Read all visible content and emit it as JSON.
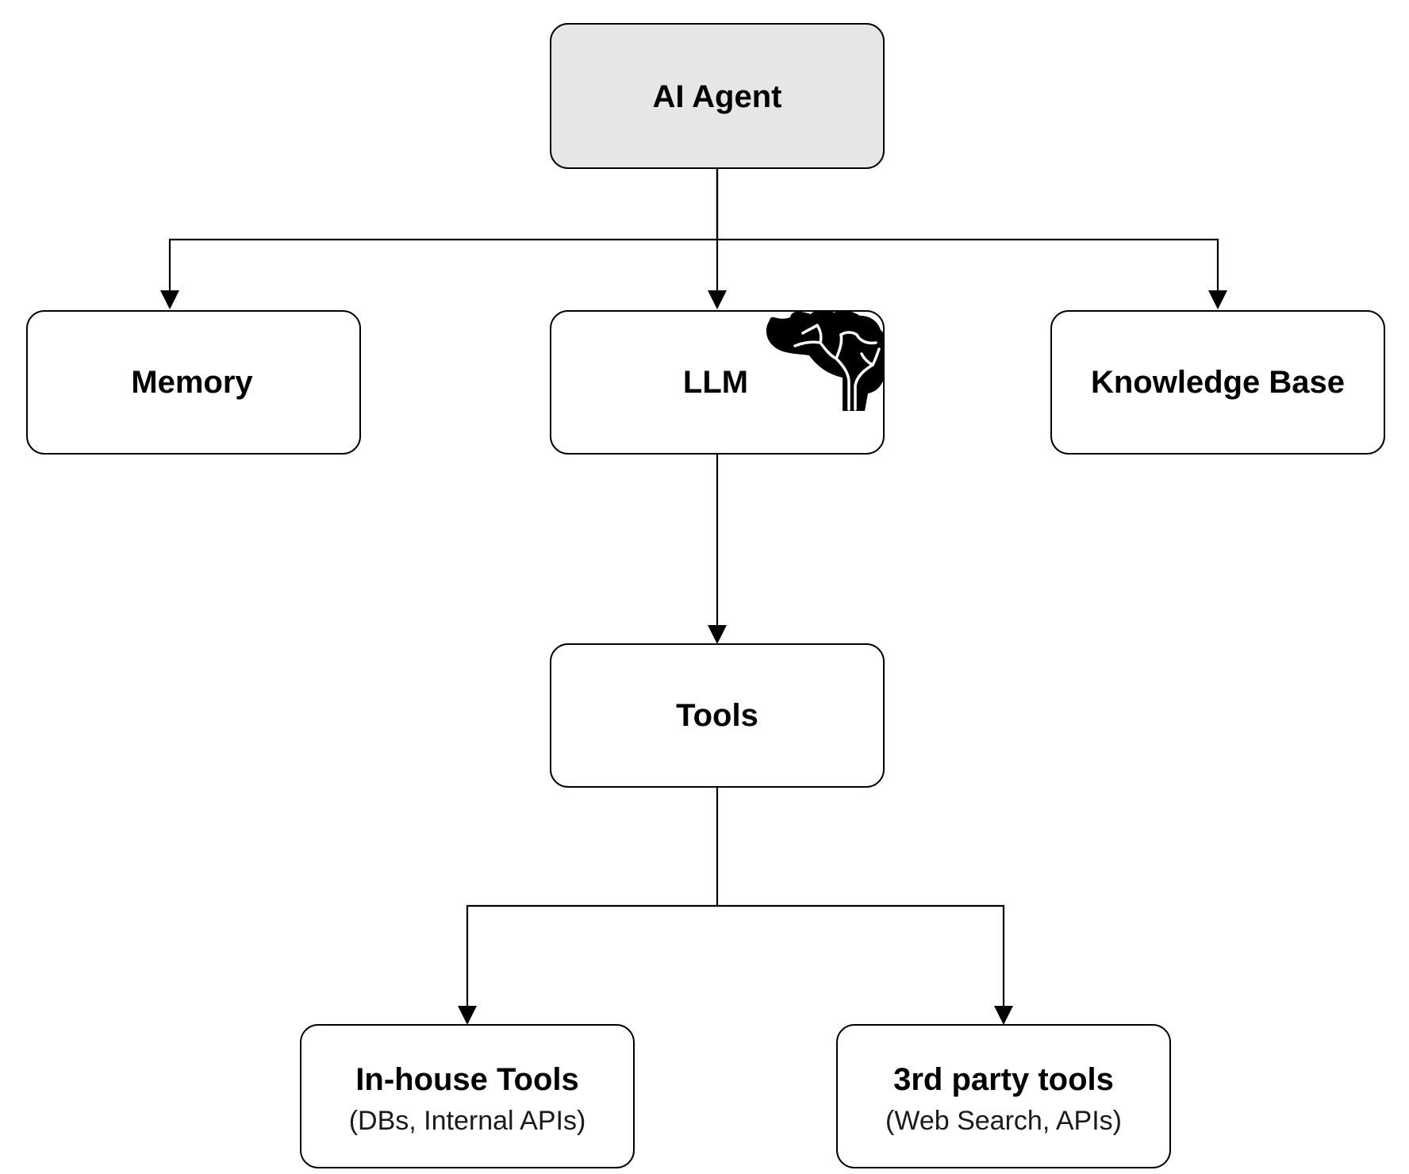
{
  "diagram": {
    "nodes": [
      {
        "id": "agent",
        "title": "AI Agent",
        "subtitle": "",
        "fill": "#e6e6e6"
      },
      {
        "id": "memory",
        "title": "Memory",
        "subtitle": "",
        "fill": "#ffffff"
      },
      {
        "id": "llm",
        "title": "LLM",
        "subtitle": "",
        "fill": "#ffffff",
        "icon": "brain-icon"
      },
      {
        "id": "kb",
        "title": "Knowledge Base",
        "subtitle": "",
        "fill": "#ffffff"
      },
      {
        "id": "tools",
        "title": "Tools",
        "subtitle": "",
        "fill": "#ffffff"
      },
      {
        "id": "inhouse",
        "title": "In-house Tools",
        "subtitle": "(DBs, Internal APIs)",
        "fill": "#ffffff"
      },
      {
        "id": "thirdparty",
        "title": "3rd party tools",
        "subtitle": "(Web Search, APIs)",
        "fill": "#ffffff"
      }
    ],
    "edges": [
      {
        "from": "agent",
        "to": "memory"
      },
      {
        "from": "agent",
        "to": "llm"
      },
      {
        "from": "agent",
        "to": "kb"
      },
      {
        "from": "llm",
        "to": "tools"
      },
      {
        "from": "tools",
        "to": "inhouse"
      },
      {
        "from": "tools",
        "to": "thirdparty"
      }
    ]
  }
}
